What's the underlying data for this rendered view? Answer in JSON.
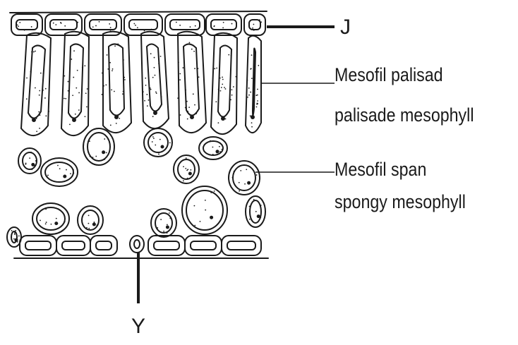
{
  "labels": {
    "j": "J",
    "y": "Y",
    "palisade_ms": "Mesofil palisad",
    "palisade_en": "palisade mesophyll",
    "spongy_ms": "Mesofil span",
    "spongy_en": "spongy mesophyll"
  },
  "colors": {
    "ink": "#1a1a1a",
    "background": "#ffffff"
  }
}
